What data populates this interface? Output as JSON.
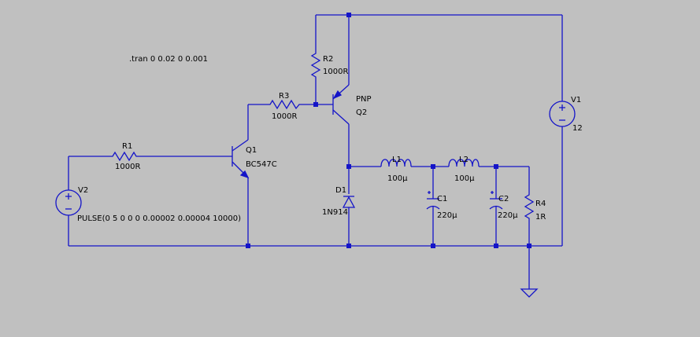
{
  "colors": {
    "background": "#c0c0c0",
    "wire": "#1414c8",
    "text": "#000000"
  },
  "directive": ".tran 0 0.02 0 0.001",
  "components": {
    "v1": {
      "name": "V1",
      "value": "12"
    },
    "v2": {
      "name": "V2",
      "value": "PULSE(0 5 0 0 0 0.00002 0.00004 10000)"
    },
    "r1": {
      "name": "R1",
      "value": "1000R"
    },
    "r2": {
      "name": "R2",
      "value": "1000R"
    },
    "r3": {
      "name": "R3",
      "value": "1000R"
    },
    "r4": {
      "name": "R4",
      "value": "1R"
    },
    "q1": {
      "name": "Q1",
      "model": "BC547C"
    },
    "q2": {
      "name": "Q2",
      "model": "PNP"
    },
    "d1": {
      "name": "D1",
      "model": "1N914"
    },
    "l1": {
      "name": "L1",
      "value": "100µ"
    },
    "l2": {
      "name": "L2",
      "value": "100µ"
    },
    "c1": {
      "name": "C1",
      "value": "220µ"
    },
    "c2": {
      "name": "C2",
      "value": "220µ"
    }
  }
}
